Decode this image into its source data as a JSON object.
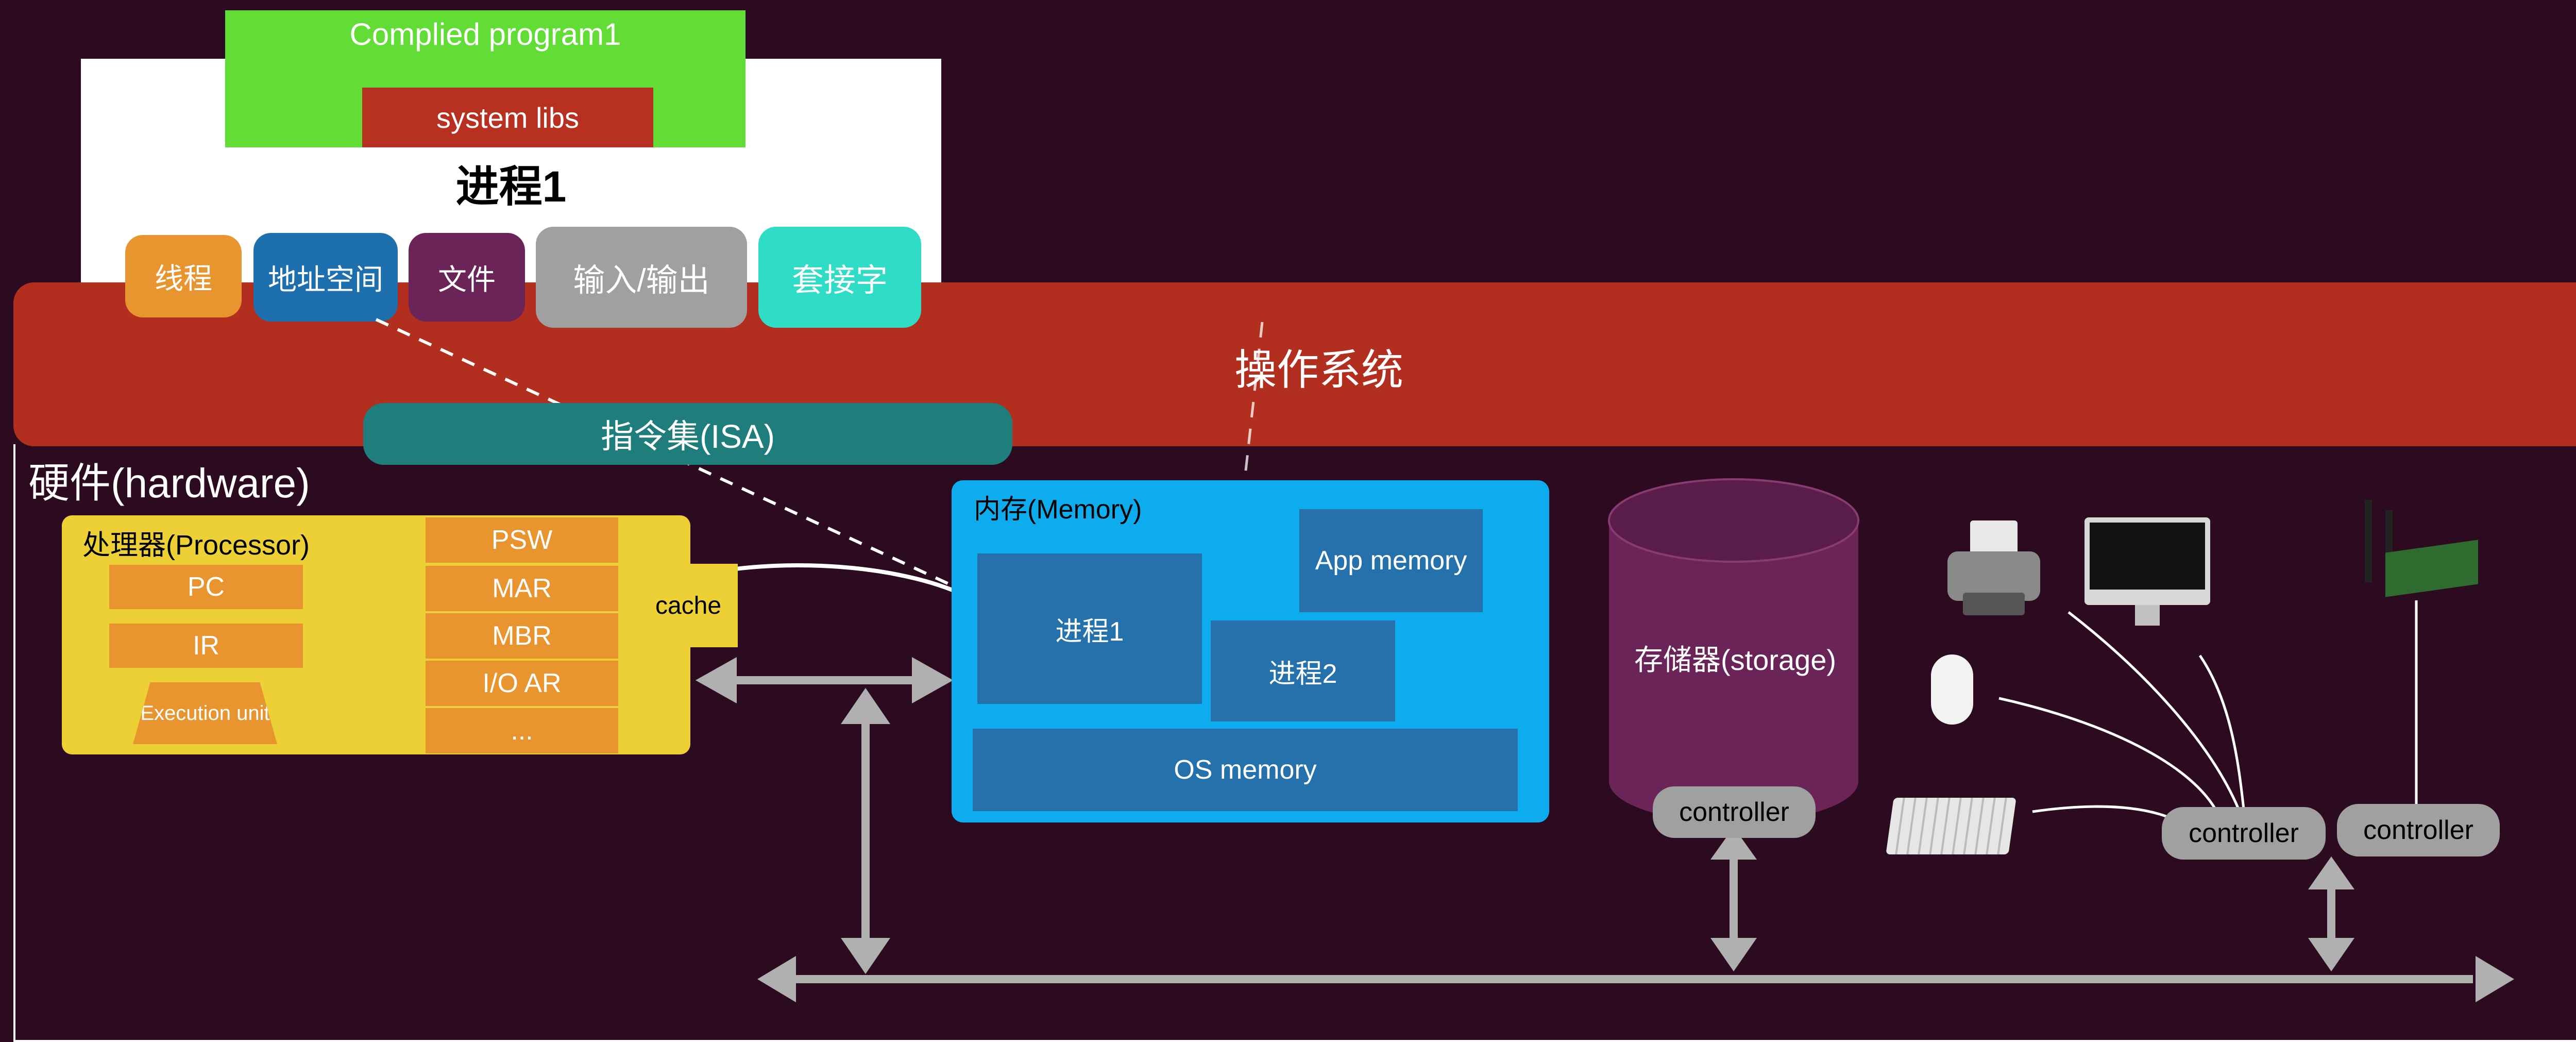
{
  "process": {
    "program": "Complied program1",
    "system_libs": "system libs",
    "title": "进程1",
    "resources": [
      "线程",
      "地址空间",
      "文件",
      "输入/输出",
      "套接字"
    ]
  },
  "os": {
    "label": "操作系统",
    "isa": "指令集(ISA)"
  },
  "hardware": {
    "label": "硬件(hardware)",
    "processor": {
      "label": "处理器(Processor)",
      "pc": "PC",
      "ir": "IR",
      "execution_unit": "Execution unit",
      "registers": [
        "PSW",
        "MAR",
        "MBR",
        "I/O AR",
        "..."
      ],
      "cache": "cache"
    },
    "memory": {
      "label": "内存(Memory)",
      "process1": "进程1",
      "process2": "进程2",
      "app_memory": "App memory",
      "os_memory": "OS memory"
    },
    "storage": {
      "label": "存储器(storage)",
      "controller": "controller"
    },
    "io": {
      "controller_main": "controller",
      "controller_net": "controller"
    }
  },
  "colors": {
    "background": "#2c0a1f",
    "os": "#b22f20",
    "isa": "#1f7e7b",
    "processor": "#ecd035",
    "memory": "#0cacef",
    "storage": "#6b2457",
    "program": "#62dd35"
  },
  "icons": [
    "printer-icon",
    "monitor-icon",
    "mouse-icon",
    "keyboard-icon",
    "network-card-icon"
  ]
}
